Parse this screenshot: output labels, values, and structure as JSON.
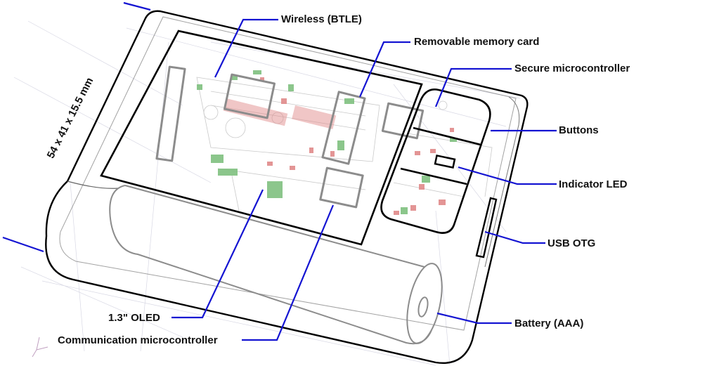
{
  "diagram": {
    "dimension": "54 x 41 x 15.5 mm",
    "labels": {
      "wireless": "Wireless (BTLE)",
      "memory_card": "Removable memory card",
      "secure_mcu": "Secure microcontroller",
      "buttons": "Buttons",
      "indicator_led": "Indicator LED",
      "usb_otg": "USB OTG",
      "battery": "Battery (AAA)",
      "oled": "1.3\" OLED",
      "comm_mcu": "Communication microcontroller"
    },
    "colors": {
      "leader_line": "#1414d2",
      "outline": "#000000",
      "component": "#8c8c8c",
      "pcb_green": "#7fc07f",
      "pcb_red": "#e08a8a"
    }
  }
}
